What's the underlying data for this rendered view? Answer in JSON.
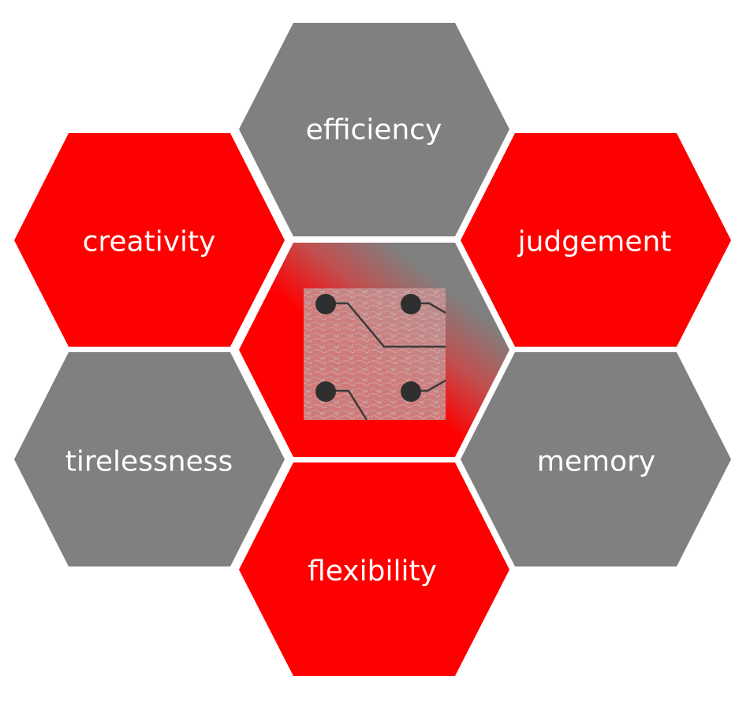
{
  "colors": {
    "red": "#ff0000",
    "gray": "#808080",
    "text": "#ffffff",
    "gap": "#ffffff"
  },
  "hexagons": [
    {
      "id": "top",
      "label": "efficiency",
      "color": "gray"
    },
    {
      "id": "upper-left",
      "label": "creativity",
      "color": "red"
    },
    {
      "id": "upper-right",
      "label": "judgement",
      "color": "red"
    },
    {
      "id": "center",
      "label": "",
      "color": "gradient"
    },
    {
      "id": "lower-left",
      "label": "tirelessness",
      "color": "gray"
    },
    {
      "id": "lower-right",
      "label": "memory",
      "color": "gray"
    },
    {
      "id": "bottom",
      "label": "flexibility",
      "color": "red"
    }
  ],
  "center_image": {
    "description_icon": "circuit-on-cells-icon"
  }
}
